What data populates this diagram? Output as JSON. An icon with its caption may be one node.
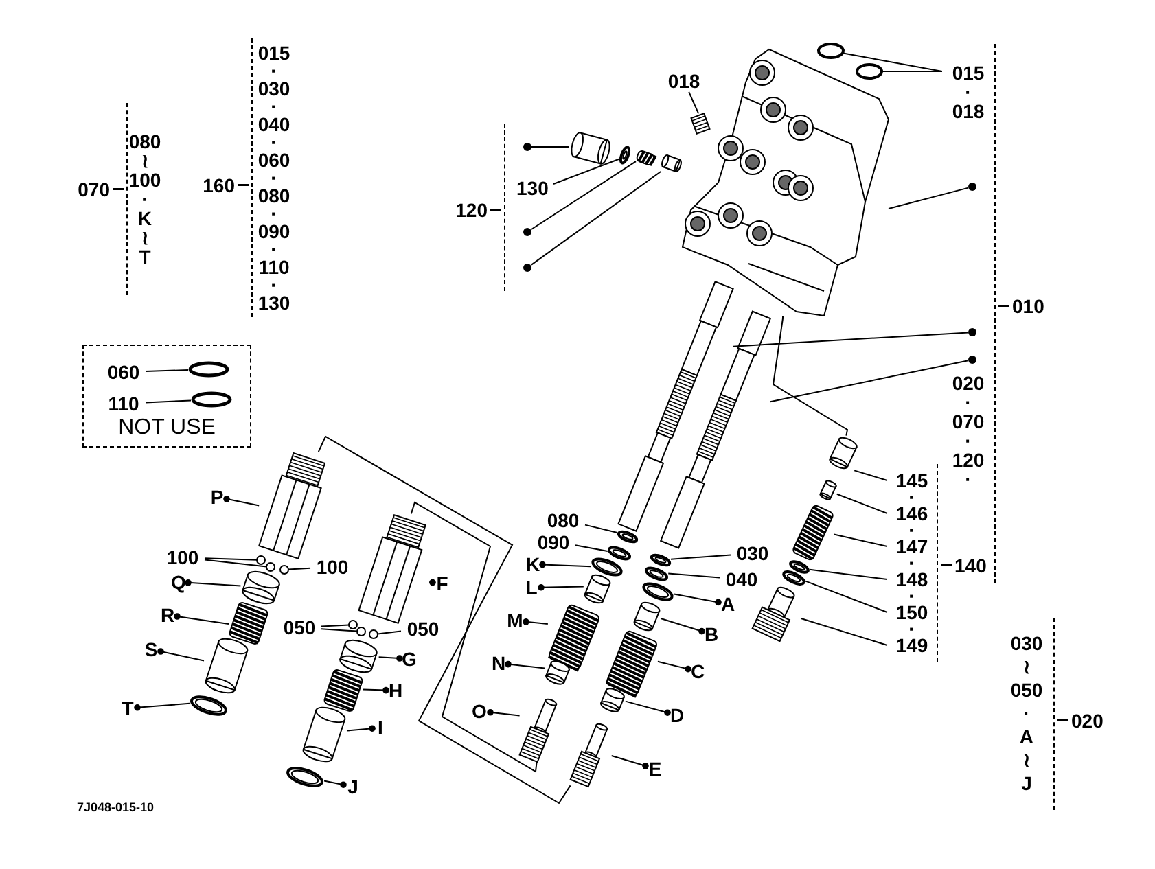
{
  "diagram": {
    "nodes": [
      {
        "text": [
          "080 ≀ 100 · K ≀ T"
        ],
        "beside": [
          "070"
        ]
      },
      {
        "text": [
          "015 · 030 · 040 · 060 · 080 · 090 · 110 · 130"
        ],
        "beside": [
          "160"
        ]
      },
      {
        "text": [
          "NOT USE"
        ]
      },
      {
        "text": [
          "060"
        ],
        "in": 2
      },
      {
        "text": [],
        "shape": "ring",
        "in": 2
      },
      {
        "text": [
          "110"
        ],
        "in": 2
      },
      {
        "text": [],
        "shape": "ring",
        "in": 2
      },
      {
        "text": [
          "015 · 018",
          "020 · 070 · 120 ·"
        ],
        "beside": [
          "010"
        ]
      },
      {
        "text": [],
        "shape": "dot",
        "in": 7
      },
      {
        "text": [],
        "shape": "dot",
        "in": 7
      },
      {
        "text": [],
        "shape": "dot",
        "in": 7
      },
      {
        "text": [
          "018"
        ]
      },
      {
        "text": [
          "130"
        ],
        "beside": [
          "120"
        ]
      },
      {
        "text": [],
        "shape": "dot",
        "in": 12
      },
      {
        "text": [],
        "shape": "dot",
        "in": 12
      },
      {
        "text": [],
        "shape": "dot",
        "in": 12
      },
      {
        "text": [
          "145 · 146 · 147 · 148 · 150 · 149"
        ],
        "beside": [
          "140"
        ]
      },
      {
        "text": [
          "030 ≀ 050 · A ≀ J"
        ],
        "beside": [
          "020"
        ]
      },
      {
        "text": [
          "P"
        ]
      },
      {
        "text": [
          "100"
        ]
      },
      {
        "text": [
          "100"
        ]
      },
      {
        "text": [
          "Q"
        ]
      },
      {
        "text": [
          "R"
        ]
      },
      {
        "text": [
          "S"
        ]
      },
      {
        "text": [
          "T"
        ]
      },
      {
        "text": [
          "F"
        ]
      },
      {
        "text": [
          "050"
        ]
      },
      {
        "text": [
          "050"
        ]
      },
      {
        "text": [
          "G"
        ]
      },
      {
        "text": [
          "H"
        ]
      },
      {
        "text": [
          "I"
        ]
      },
      {
        "text": [
          "J"
        ]
      },
      {
        "text": [
          "080"
        ]
      },
      {
        "text": [
          "090"
        ]
      },
      {
        "text": [
          "K"
        ]
      },
      {
        "text": [
          "L"
        ]
      },
      {
        "text": [
          "M"
        ]
      },
      {
        "text": [
          "N"
        ]
      },
      {
        "text": [
          "O"
        ]
      },
      {
        "text": [
          "030"
        ]
      },
      {
        "text": [
          "040"
        ]
      },
      {
        "text": [
          "A"
        ]
      },
      {
        "text": [
          "B"
        ]
      },
      {
        "text": [
          "C"
        ]
      },
      {
        "text": [
          "D"
        ]
      },
      {
        "text": [
          "E"
        ]
      },
      {
        "text": [],
        "shape": "ring"
      },
      {
        "text": [],
        "shape": "ring"
      },
      {
        "text": [],
        "shape": "picture"
      },
      {
        "text": [],
        "shape": "picture"
      },
      {
        "text": [],
        "shape": "picture"
      },
      {
        "text": [],
        "shape": "picture"
      },
      {
        "text": [],
        "shape": "cylinder"
      },
      {
        "text": [],
        "shape": "picture"
      },
      {
        "text": [],
        "shape": "picture"
      },
      {
        "text": [],
        "shape": "picture"
      },
      {
        "text": [],
        "shape": "picture"
      },
      {
        "text": [],
        "shape": "picture"
      },
      {
        "text": [],
        "shape": "picture"
      },
      {
        "text": [],
        "shape": "picture"
      },
      {
        "text": [],
        "shape": "picture"
      },
      {
        "text": [],
        "shape": "picture"
      },
      {
        "text": [],
        "shape": "picture"
      },
      {
        "text": [],
        "shape": "circle"
      },
      {
        "text": [],
        "shape": "circle"
      },
      {
        "text": [],
        "shape": "circle"
      },
      {
        "text": [],
        "shape": "picture"
      },
      {
        "text": [],
        "shape": "picture"
      },
      {
        "text": [],
        "shape": "picture"
      },
      {
        "text": [],
        "shape": "picture"
      },
      {
        "text": [],
        "shape": "picture"
      },
      {
        "text": [],
        "shape": "circle"
      },
      {
        "text": [],
        "shape": "circle"
      },
      {
        "text": [],
        "shape": "circle"
      },
      {
        "text": [],
        "shape": "picture"
      },
      {
        "text": [],
        "shape": "picture"
      },
      {
        "text": [],
        "shape": "picture"
      },
      {
        "text": [],
        "shape": "picture"
      },
      {
        "text": [],
        "shape": "picture"
      },
      {
        "text": [],
        "shape": "picture"
      },
      {
        "text": [],
        "shape": "picture"
      },
      {
        "text": [],
        "shape": "picture"
      },
      {
        "text": [],
        "shape": "picture"
      },
      {
        "text": [],
        "shape": "picture"
      },
      {
        "text": [],
        "shape": "picture"
      },
      {
        "text": [],
        "shape": "picture"
      },
      {
        "text": [],
        "shape": "picture"
      },
      {
        "text": [],
        "shape": "picture"
      },
      {
        "text": [],
        "shape": "picture"
      },
      {
        "text": [],
        "shape": "picture"
      },
      {
        "text": [],
        "shape": "picture"
      },
      {
        "text": [],
        "shape": "picture"
      }
    ],
    "edges": [
      {
        "from": 3,
        "to": 4,
        "arrow": "none"
      },
      {
        "from": 5,
        "to": 6,
        "arrow": "none"
      },
      {
        "from": 7,
        "to": 46,
        "arrow": "none"
      },
      {
        "from": 7,
        "to": 47,
        "arrow": "none"
      },
      {
        "from": 8,
        "to": 48,
        "arrow": "none"
      },
      {
        "from": 9,
        "to": 49,
        "arrow": "none"
      },
      {
        "from": 10,
        "to": 50,
        "arrow": "none"
      },
      {
        "from": 11,
        "to": 51,
        "arrow": "none"
      },
      {
        "from": 12,
        "to": 53,
        "arrow": "none"
      },
      {
        "from": 13,
        "to": 52,
        "arrow": "none"
      },
      {
        "from": 14,
        "to": 54,
        "arrow": "none"
      },
      {
        "from": 15,
        "to": 55,
        "arrow": "none"
      },
      {
        "from": 16,
        "to": 56,
        "arrow": "none"
      },
      {
        "from": 16,
        "to": 57,
        "arrow": "none"
      },
      {
        "from": 16,
        "to": 58,
        "arrow": "none"
      },
      {
        "from": 16,
        "to": 59,
        "arrow": "none"
      },
      {
        "from": 16,
        "to": 60,
        "arrow": "none"
      },
      {
        "from": 16,
        "to": 61,
        "arrow": "none"
      },
      {
        "from": 18,
        "to": 62,
        "arrow": "other"
      },
      {
        "from": 19,
        "to": 63,
        "arrow": "none"
      },
      {
        "from": 19,
        "to": 64,
        "arrow": "none"
      },
      {
        "from": 20,
        "to": 65,
        "arrow": "none"
      },
      {
        "from": 21,
        "to": 66,
        "arrow": "other"
      },
      {
        "from": 22,
        "to": 67,
        "arrow": "other"
      },
      {
        "from": 23,
        "to": 68,
        "arrow": "other"
      },
      {
        "from": 24,
        "to": 69,
        "arrow": "other"
      },
      {
        "from": 25,
        "to": 70,
        "arrow": "other"
      },
      {
        "from": 26,
        "to": 71,
        "arrow": "none"
      },
      {
        "from": 26,
        "to": 72,
        "arrow": "none"
      },
      {
        "from": 27,
        "to": 73,
        "arrow": "none"
      },
      {
        "from": 28,
        "to": 74,
        "arrow": "other"
      },
      {
        "from": 29,
        "to": 75,
        "arrow": "other"
      },
      {
        "from": 30,
        "to": 76,
        "arrow": "other"
      },
      {
        "from": 31,
        "to": 77,
        "arrow": "other"
      },
      {
        "from": 32,
        "to": 78,
        "arrow": "none"
      },
      {
        "from": 33,
        "to": 79,
        "arrow": "none"
      },
      {
        "from": 34,
        "to": 80,
        "arrow": "other"
      },
      {
        "from": 35,
        "to": 81,
        "arrow": "other"
      },
      {
        "from": 36,
        "to": 82,
        "arrow": "other"
      },
      {
        "from": 37,
        "to": 83,
        "arrow": "other"
      },
      {
        "from": 38,
        "to": 84,
        "arrow": "other"
      },
      {
        "from": 39,
        "to": 85,
        "arrow": "none"
      },
      {
        "from": 40,
        "to": 86,
        "arrow": "none"
      },
      {
        "from": 41,
        "to": 87,
        "arrow": "other"
      },
      {
        "from": 42,
        "to": 88,
        "arrow": "other"
      },
      {
        "from": 43,
        "to": 89,
        "arrow": "other"
      },
      {
        "from": 44,
        "to": 90,
        "arrow": "other"
      },
      {
        "from": 45,
        "to": 91,
        "arrow": "other"
      },
      {
        "from": 62,
        "to": 91,
        "arrow": "none"
      },
      {
        "from": 70,
        "to": 84,
        "arrow": "none"
      },
      {
        "from": 48,
        "to": 56,
        "arrow": "none"
      }
    ],
    "labels": [
      "7J048-015-10"
    ]
  }
}
